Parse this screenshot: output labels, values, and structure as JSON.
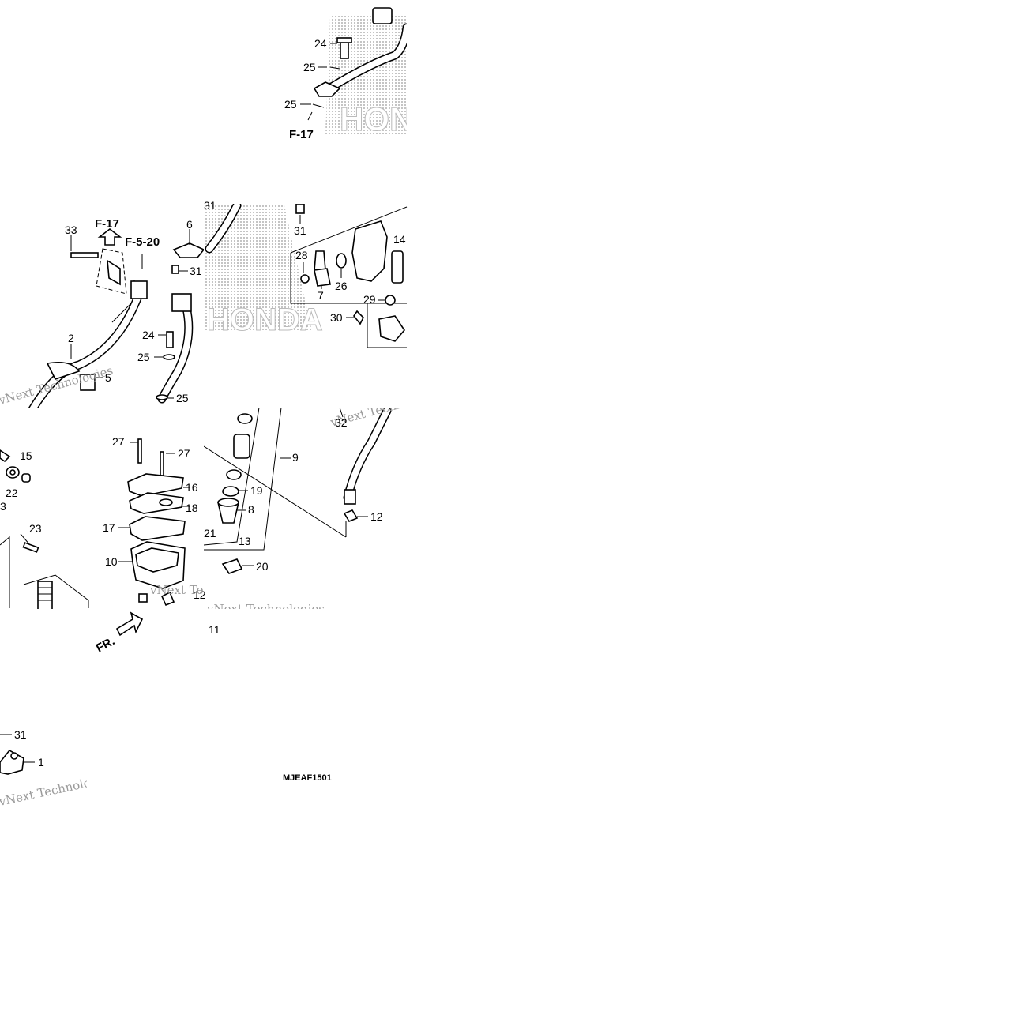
{
  "diagram": {
    "drawing_code": "MJEAF1501",
    "direction_label": "FR.",
    "brand_logo": "HONDA",
    "watermark": "vNext Technologies",
    "references": [
      "F-17",
      "F-17",
      "F-5-20"
    ],
    "callouts": [
      "24",
      "25",
      "25",
      "33",
      "6",
      "31",
      "2",
      "5",
      "24",
      "25",
      "25",
      "31",
      "31",
      "28",
      "26",
      "7",
      "14",
      "29",
      "30",
      "32",
      "9",
      "12",
      "15",
      "22",
      "3",
      "23",
      "27",
      "27",
      "16",
      "18",
      "17",
      "10",
      "12",
      "11",
      "19",
      "8",
      "13",
      "21",
      "20",
      "31",
      "1"
    ]
  }
}
